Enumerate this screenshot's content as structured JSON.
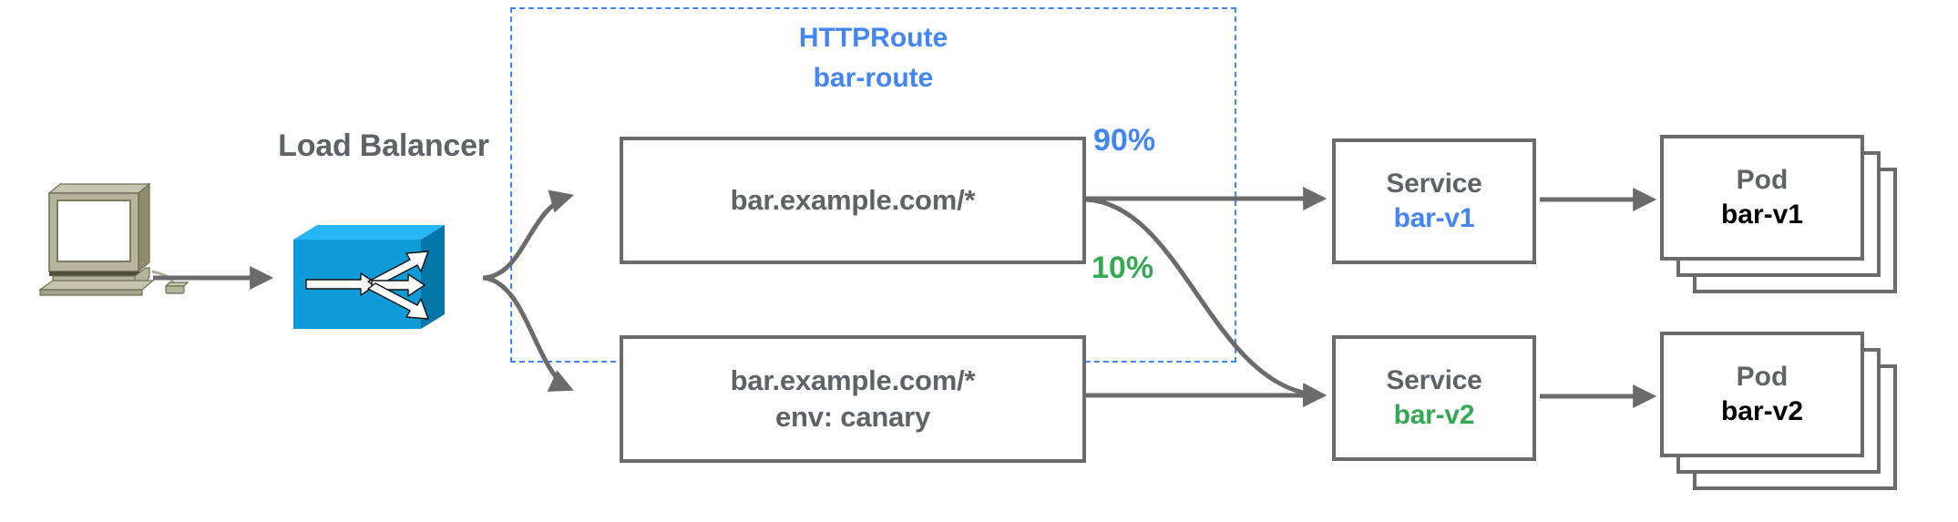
{
  "diagram": {
    "title": "Gateway API HTTPRoute canary traffic split",
    "colors": {
      "blue": "#4285f4",
      "green": "#34a853",
      "gray_text": "#5f6368",
      "box_stroke": "#6b6b6b",
      "lb_body": "#0f9bd7"
    }
  },
  "client": {
    "icon": "desktop-computer-icon"
  },
  "load_balancer": {
    "caption": "Load Balancer",
    "icon": "load-balancer-switch-icon"
  },
  "httproute": {
    "kind_label": "HTTPRoute",
    "name_label": "bar-route",
    "matches": [
      {
        "id": "match-1",
        "line1": "bar.example.com/*",
        "line2": ""
      },
      {
        "id": "match-2",
        "line1": "bar.example.com/*",
        "line2": "env: canary"
      }
    ],
    "weights": [
      {
        "id": "weight-90",
        "label": "90%",
        "color": "blue"
      },
      {
        "id": "weight-10",
        "label": "10%",
        "color": "green"
      }
    ]
  },
  "backends": [
    {
      "id": "backend-v1",
      "service": {
        "kind": "Service",
        "name": "bar-v1",
        "color": "blue"
      },
      "pod": {
        "kind": "Pod",
        "name": "bar-v1",
        "color": "blue",
        "replicas": 3
      }
    },
    {
      "id": "backend-v2",
      "service": {
        "kind": "Service",
        "name": "bar-v2",
        "color": "green"
      },
      "pod": {
        "kind": "Pod",
        "name": "bar-v2",
        "color": "green",
        "replicas": 3
      }
    }
  ],
  "edges": [
    {
      "id": "edge-client-to-lb",
      "from": "client",
      "to": "load-balancer"
    },
    {
      "id": "edge-lb-to-match-1",
      "from": "load-balancer",
      "to": "match-1"
    },
    {
      "id": "edge-lb-to-match-2",
      "from": "load-balancer",
      "to": "match-2"
    },
    {
      "id": "edge-match1-to-svc-v1",
      "from": "match-1",
      "to": "service-bar-v1",
      "weight": "90%"
    },
    {
      "id": "edge-match1-to-svc-v2",
      "from": "match-1",
      "to": "service-bar-v2",
      "weight": "10%"
    },
    {
      "id": "edge-match2-to-svc-v2",
      "from": "match-2",
      "to": "service-bar-v2"
    },
    {
      "id": "edge-svc-v1-to-pod-v1",
      "from": "service-bar-v1",
      "to": "pod-bar-v1"
    },
    {
      "id": "edge-svc-v2-to-pod-v2",
      "from": "service-bar-v2",
      "to": "pod-bar-v2"
    }
  ]
}
